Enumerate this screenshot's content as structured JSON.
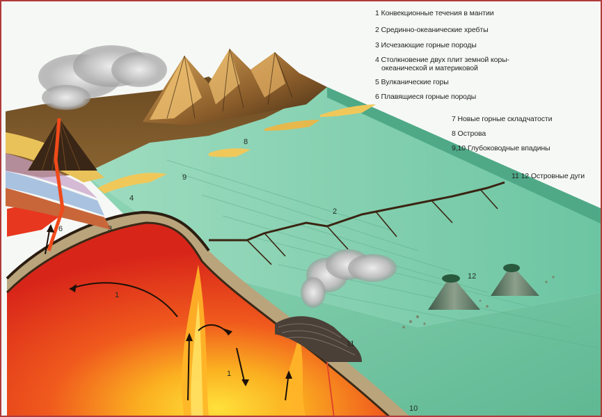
{
  "legend": {
    "item1": "1 Конвекционные течения в мантии",
    "item2": "2 Срединно-океанические хребты",
    "item3": "3 Исчезающие горные породы",
    "item4_line1": "4 Столкновение двух плит земной коры-",
    "item4_line2": "океанической и материковой",
    "item5": "5 Вулканические горы",
    "item6": "6 Плавящиеся горные породы",
    "item7": "7 Новые горные складчатости",
    "item8": "8 Острова",
    "item9_10": "9,10  Глубоководные впадины",
    "item11_12": "11 12 Островные дуги"
  },
  "labels": {
    "n1": "1",
    "n1b": "1",
    "n2": "2",
    "n3": "3",
    "n4": "4",
    "n6": "6",
    "n8": "8",
    "n9": "9",
    "n10": "10",
    "n11": "11",
    "n12": "12"
  },
  "colors": {
    "border": "#b03a3a",
    "ocean": "#7fcfae",
    "mantle": "#e8321e",
    "magma": "#f7a21a",
    "crust": "#b5a27c",
    "sand": "#e9c25a",
    "mountain": "#8b6a3a"
  }
}
